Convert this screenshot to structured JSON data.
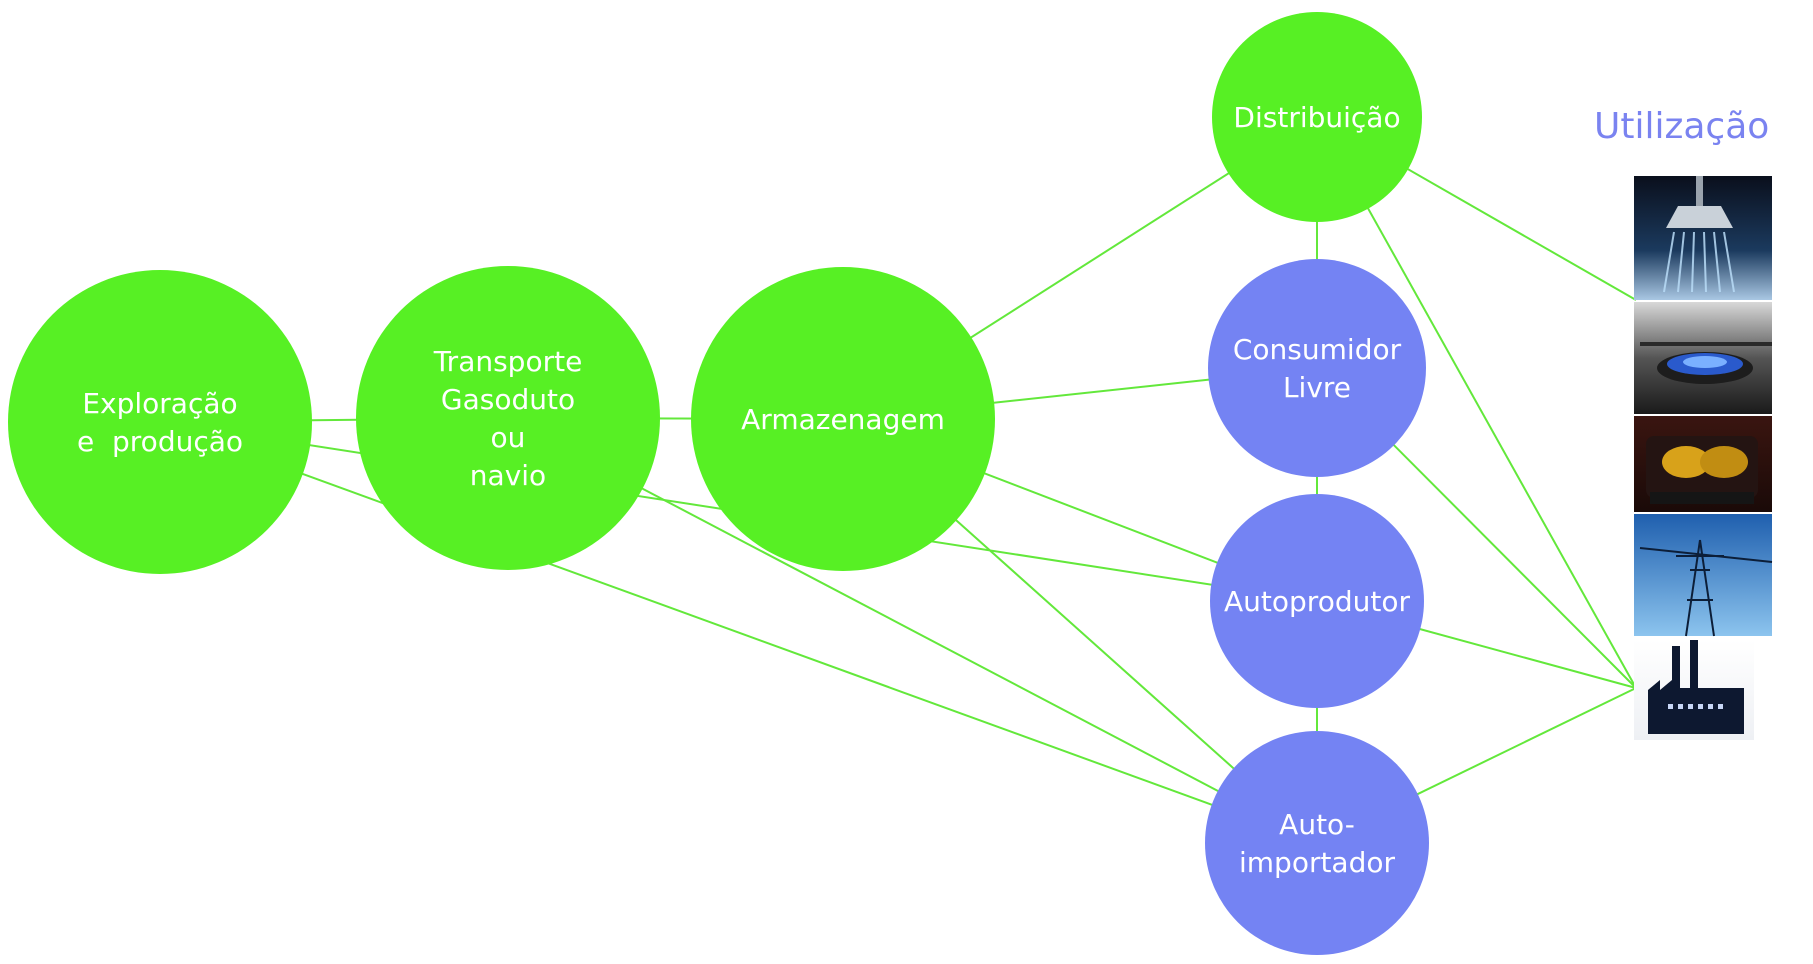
{
  "colors": {
    "green_node": "#57F024",
    "blue_node": "#7483F3",
    "edge": "#63E83B",
    "title": "#7A83F0",
    "label": "#FFFFFF"
  },
  "nodes": {
    "exploracao": {
      "lines": [
        "Exploração",
        "e  produção"
      ],
      "color": "green_node"
    },
    "transporte": {
      "lines": [
        "Transporte",
        "Gasoduto",
        "ou",
        "navio"
      ],
      "color": "green_node"
    },
    "armazenagem": {
      "lines": [
        "Armazenagem"
      ],
      "color": "green_node"
    },
    "distribuicao": {
      "lines": [
        "Distribuição"
      ],
      "color": "green_node"
    },
    "consumidor": {
      "lines": [
        "Consumidor",
        "Livre"
      ],
      "color": "blue_node"
    },
    "autoprodutor": {
      "lines": [
        "Autoprodutor"
      ],
      "color": "blue_node"
    },
    "autoimportador": {
      "lines": [
        "Auto-",
        "importador"
      ],
      "color": "blue_node"
    }
  },
  "edges": [
    [
      "exploracao",
      "transporte"
    ],
    [
      "transporte",
      "armazenagem"
    ],
    [
      "armazenagem",
      "distribuicao"
    ],
    [
      "armazenagem",
      "consumidor"
    ],
    [
      "armazenagem",
      "autoprodutor"
    ],
    [
      "armazenagem",
      "autoimportador"
    ],
    [
      "transporte",
      "autoimportador"
    ],
    [
      "exploracao",
      "autoprodutor"
    ],
    [
      "exploracao",
      "autoimportador"
    ],
    [
      "distribuicao",
      "consumidor"
    ],
    [
      "consumidor",
      "autoprodutor"
    ],
    [
      "autoprodutor",
      "autoimportador"
    ],
    [
      "distribuicao",
      "use-shower"
    ],
    [
      "distribuicao",
      "use-factory"
    ],
    [
      "consumidor",
      "use-factory"
    ],
    [
      "autoprodutor",
      "use-factory"
    ],
    [
      "autoimportador",
      "use-factory"
    ]
  ],
  "utilizacao": {
    "title": "Utilização",
    "items": [
      {
        "name": "shower-image"
      },
      {
        "name": "gas-stove-image"
      },
      {
        "name": "car-tank-image"
      },
      {
        "name": "power-tower-image"
      },
      {
        "name": "factory-icon"
      }
    ]
  }
}
